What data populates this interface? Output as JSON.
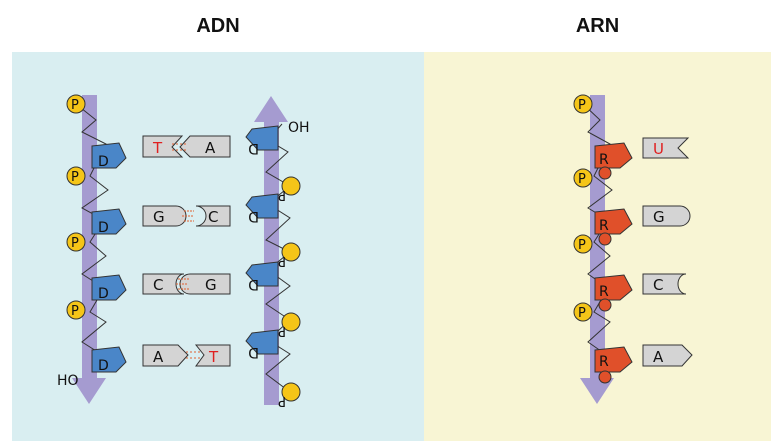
{
  "panels": {
    "left_title": "ADN",
    "right_title": "ARN"
  },
  "labels": {
    "phosphate": "P",
    "deoxyribose": "D",
    "ribose": "R",
    "hydroxyl_top": "OH",
    "hydroxyl_bottom": "HO"
  },
  "dna_pairs": [
    {
      "left": "T",
      "right": "A"
    },
    {
      "left": "G",
      "right": "C"
    },
    {
      "left": "C",
      "right": "G"
    },
    {
      "left": "A",
      "right": "T"
    }
  ],
  "rna_bases": [
    "U",
    "G",
    "C",
    "A"
  ],
  "colors": {
    "dna_panel_bg": "#d9eef1",
    "rna_panel_bg": "#f8f5d4",
    "backbone": "#a59bd0",
    "deoxyribose": "#4a86c8",
    "ribose": "#e0502a",
    "phosphate": "#f5c518",
    "base_fill": "#d4d4d4",
    "uracil_thymine_text": "#e02020"
  }
}
